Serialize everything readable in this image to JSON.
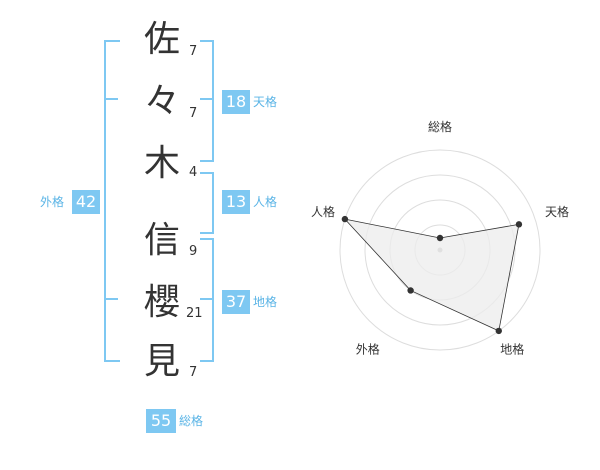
{
  "name_chars": [
    {
      "char": "佐",
      "strokes": "7"
    },
    {
      "char": "々",
      "strokes": "7"
    },
    {
      "char": "木",
      "strokes": "4"
    },
    {
      "char": "信",
      "strokes": "9"
    },
    {
      "char": "櫻",
      "strokes": "21"
    },
    {
      "char": "見",
      "strokes": "7"
    }
  ],
  "fortunes": {
    "tenkaku": {
      "value": "18",
      "label": "天格"
    },
    "jinkaku": {
      "value": "13",
      "label": "人格"
    },
    "chikaku": {
      "value": "37",
      "label": "地格"
    },
    "gaikaku": {
      "value": "42",
      "label": "外格"
    },
    "soukaku": {
      "value": "55",
      "label": "総格"
    }
  },
  "colors": {
    "accent": "#7ec8f2",
    "accent_text": "#5ab4e6",
    "text": "#333333",
    "grid": "#dddddd",
    "fill": "#ececec"
  },
  "chart_data": {
    "type": "radar",
    "axes": [
      "総格",
      "天格",
      "地格",
      "外格",
      "人格"
    ],
    "range": [
      0,
      1
    ],
    "grid_rings": 4,
    "series": [
      {
        "values": [
          0.12,
          0.83,
          1.0,
          0.5,
          1.0
        ]
      }
    ]
  }
}
